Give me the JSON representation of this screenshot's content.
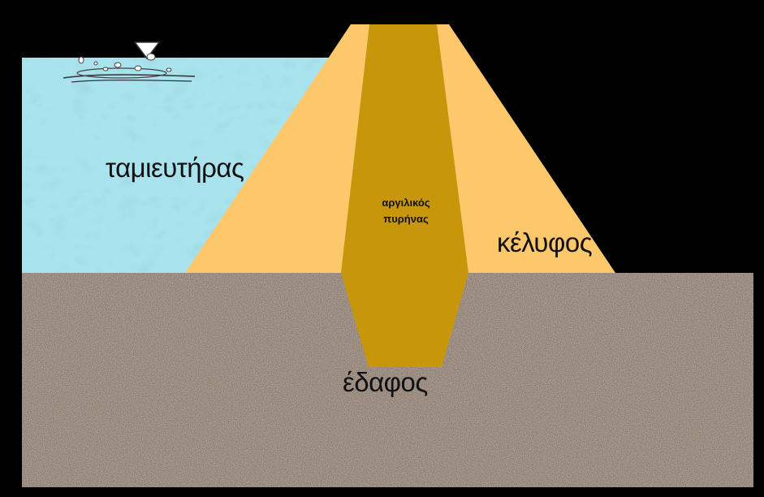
{
  "labels": {
    "reservoir": "ταμιευτήρας",
    "core_line1": "αργιλικός",
    "core_line2": "πυρήνας",
    "shell": "κέλυφος",
    "soil": "έδαφος"
  },
  "colors": {
    "background": "#000000",
    "water": "#a9e4ee",
    "shell": "#fdc76b",
    "core": "#c8960a",
    "soil": "#8b7b6e"
  },
  "icons": {
    "water_level": "inverted-triangle-icon"
  }
}
